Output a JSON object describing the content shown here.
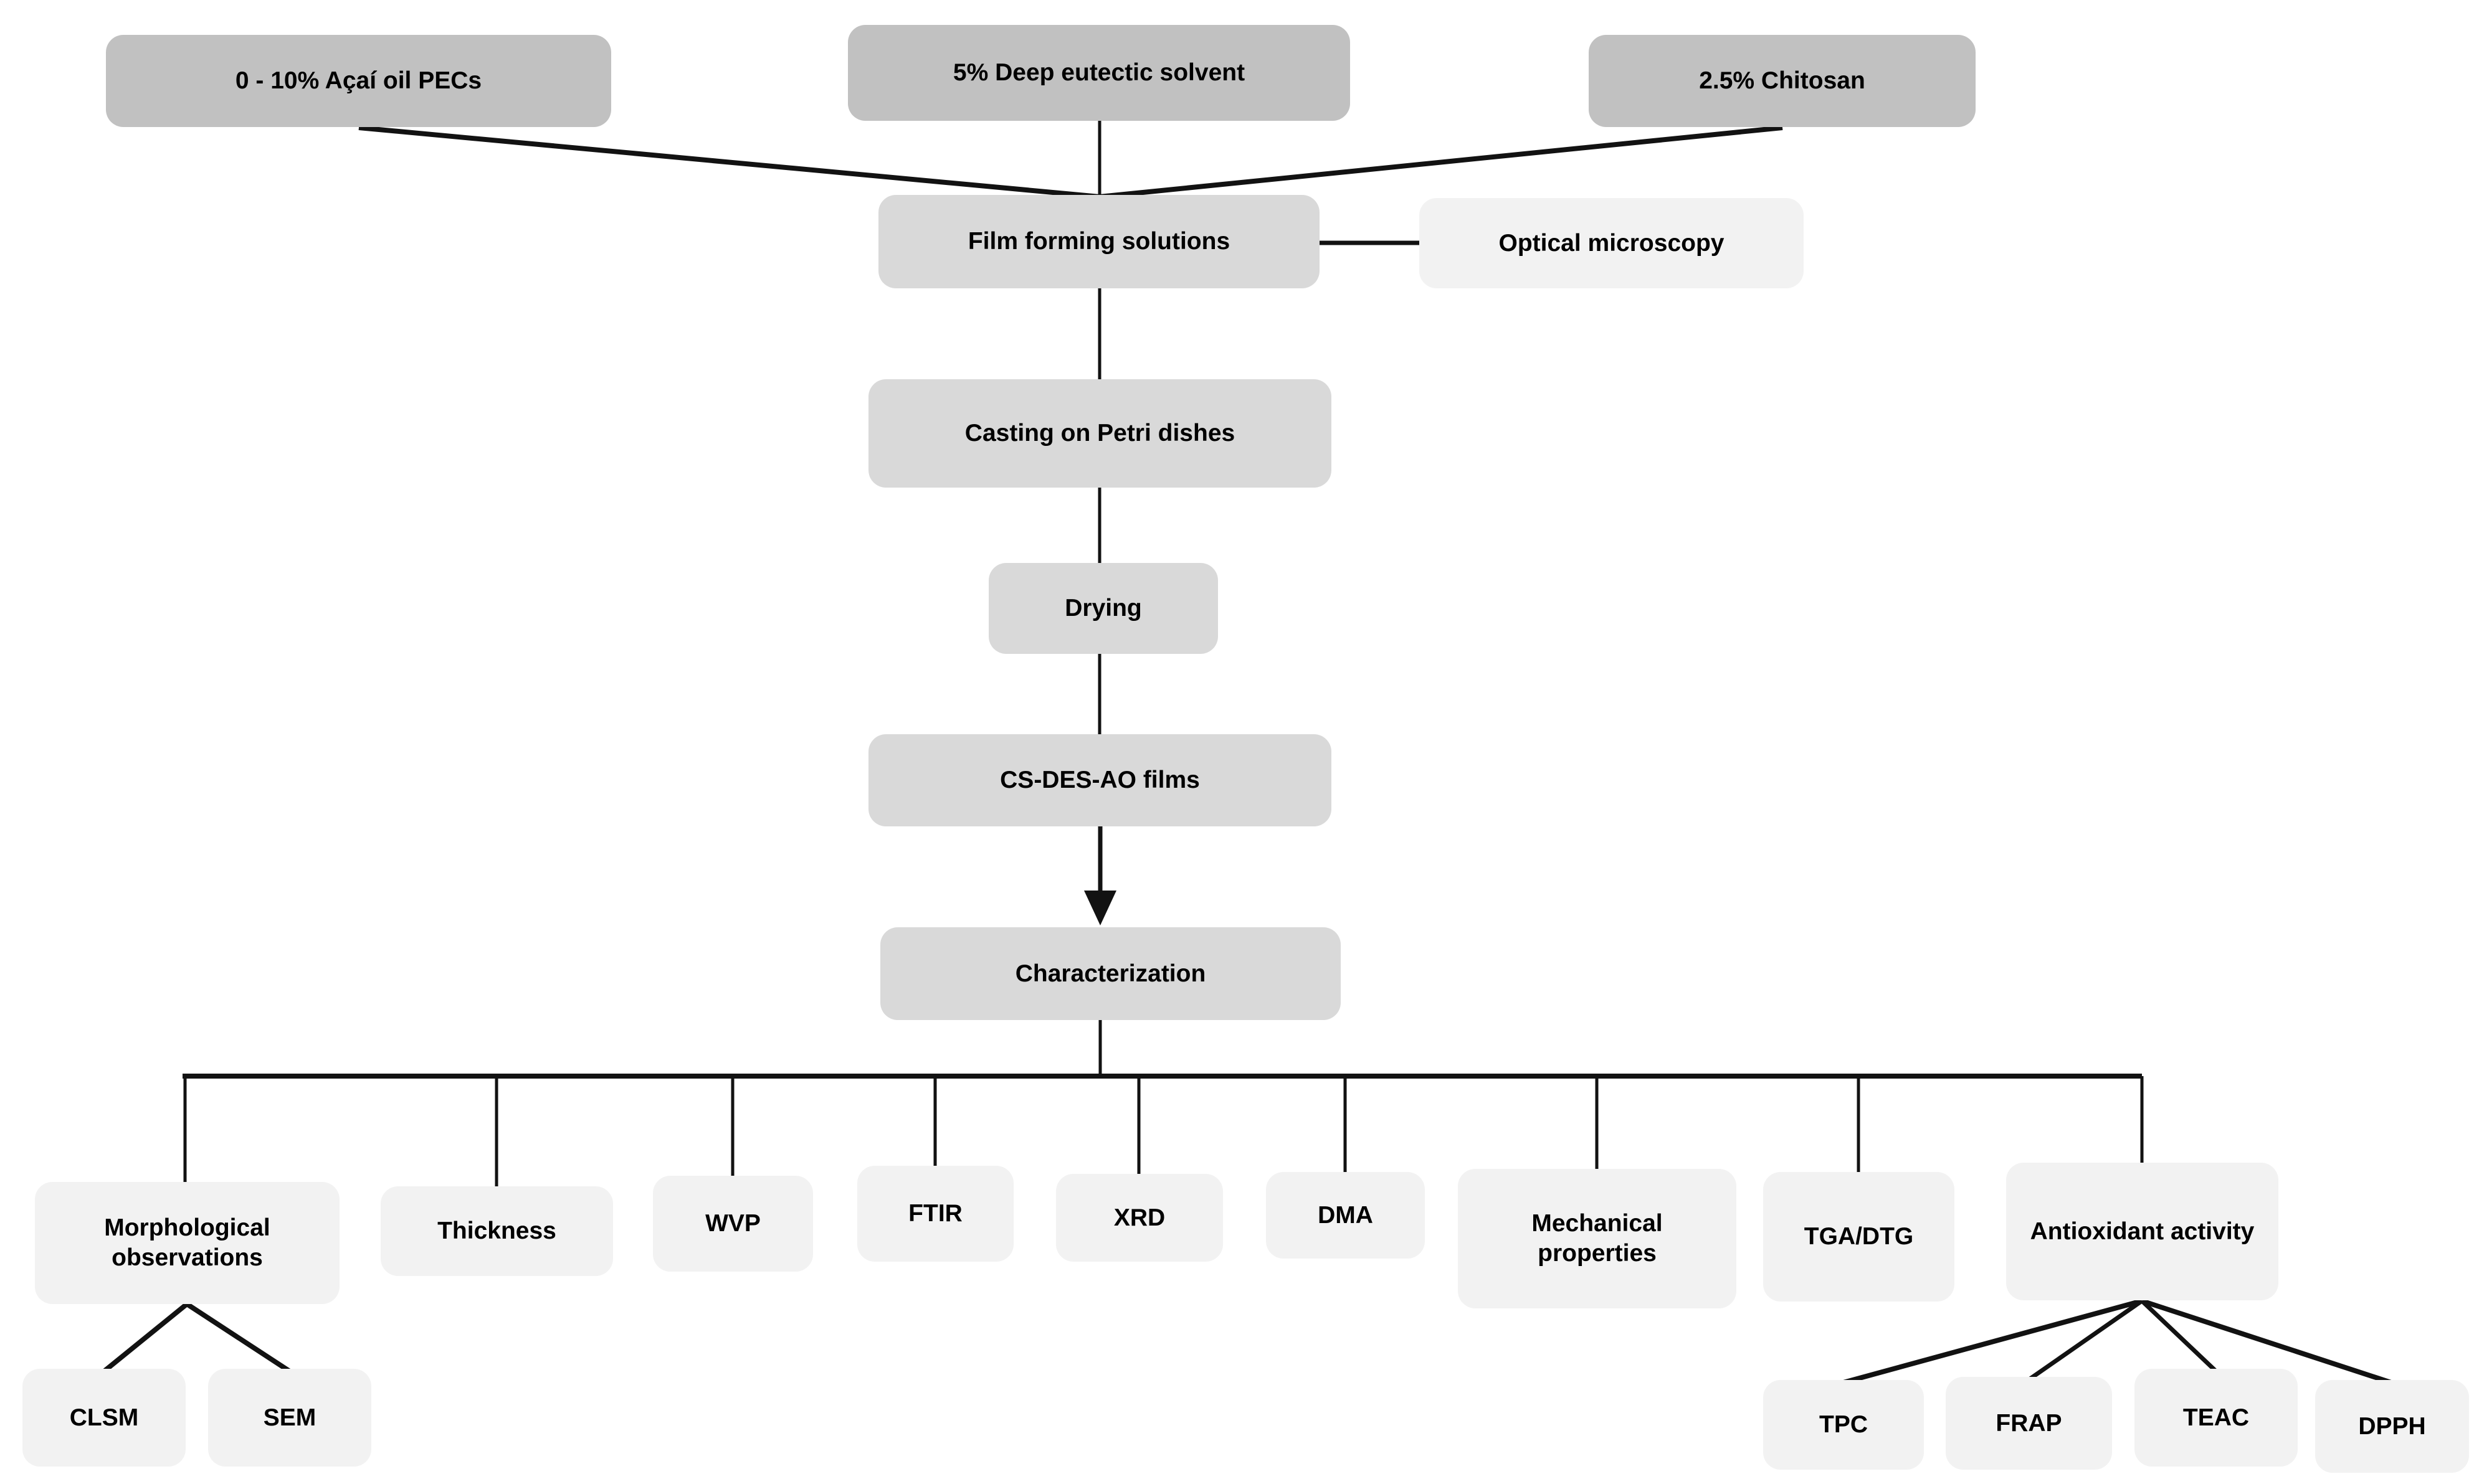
{
  "diagram": {
    "type": "flowchart",
    "background": "#ffffff",
    "colors": {
      "input_fill": "#c1c1c1",
      "process_fill": "#d9d9d9",
      "analysis_fill": "#f2f2f2",
      "line": "#121212",
      "text": "#000000",
      "page_bg": "#ffffff"
    },
    "nodes": {
      "acai_oil": {
        "label": "0 - 10% Açaí oil PECs"
      },
      "des": {
        "label": "5% Deep eutectic solvent"
      },
      "chitosan": {
        "label": "2.5% Chitosan"
      },
      "film_forming": {
        "label": "Film forming solutions"
      },
      "optical": {
        "label": "Optical microscopy"
      },
      "casting": {
        "label": "Casting on Petri dishes"
      },
      "drying": {
        "label": "Drying"
      },
      "cs_des_ao_films": {
        "label": "CS-DES-AO films"
      },
      "characterization": {
        "label": "Characterization"
      },
      "morphological": {
        "label": "Morphological observations"
      },
      "thickness": {
        "label": "Thickness"
      },
      "wvp": {
        "label": "WVP"
      },
      "ftir": {
        "label": "FTIR"
      },
      "xrd": {
        "label": "XRD"
      },
      "dma": {
        "label": "DMA"
      },
      "mechanical": {
        "label": "Mechanical properties"
      },
      "tga_dtg": {
        "label": "TGA/DTG"
      },
      "antioxidant": {
        "label": "Antioxidant activity"
      },
      "clsm": {
        "label": "CLSM"
      },
      "sem": {
        "label": "SEM"
      },
      "tpc": {
        "label": "TPC"
      },
      "frap": {
        "label": "FRAP"
      },
      "teac": {
        "label": "TEAC"
      },
      "dpph": {
        "label": "DPPH"
      }
    },
    "edges": [
      {
        "from": "acai_oil",
        "to": "film_forming"
      },
      {
        "from": "des",
        "to": "film_forming"
      },
      {
        "from": "chitosan",
        "to": "film_forming"
      },
      {
        "from": "film_forming",
        "to": "optical"
      },
      {
        "from": "film_forming",
        "to": "casting"
      },
      {
        "from": "casting",
        "to": "drying"
      },
      {
        "from": "drying",
        "to": "cs_des_ao_films"
      },
      {
        "from": "cs_des_ao_films",
        "to": "characterization",
        "arrow": true
      },
      {
        "from": "characterization",
        "to": "morphological"
      },
      {
        "from": "characterization",
        "to": "thickness"
      },
      {
        "from": "characterization",
        "to": "wvp"
      },
      {
        "from": "characterization",
        "to": "ftir"
      },
      {
        "from": "characterization",
        "to": "xrd"
      },
      {
        "from": "characterization",
        "to": "dma"
      },
      {
        "from": "characterization",
        "to": "mechanical"
      },
      {
        "from": "characterization",
        "to": "tga_dtg"
      },
      {
        "from": "characterization",
        "to": "antioxidant"
      },
      {
        "from": "morphological",
        "to": "clsm"
      },
      {
        "from": "morphological",
        "to": "sem"
      },
      {
        "from": "antioxidant",
        "to": "tpc"
      },
      {
        "from": "antioxidant",
        "to": "frap"
      },
      {
        "from": "antioxidant",
        "to": "teac"
      },
      {
        "from": "antioxidant",
        "to": "dpph"
      }
    ]
  }
}
